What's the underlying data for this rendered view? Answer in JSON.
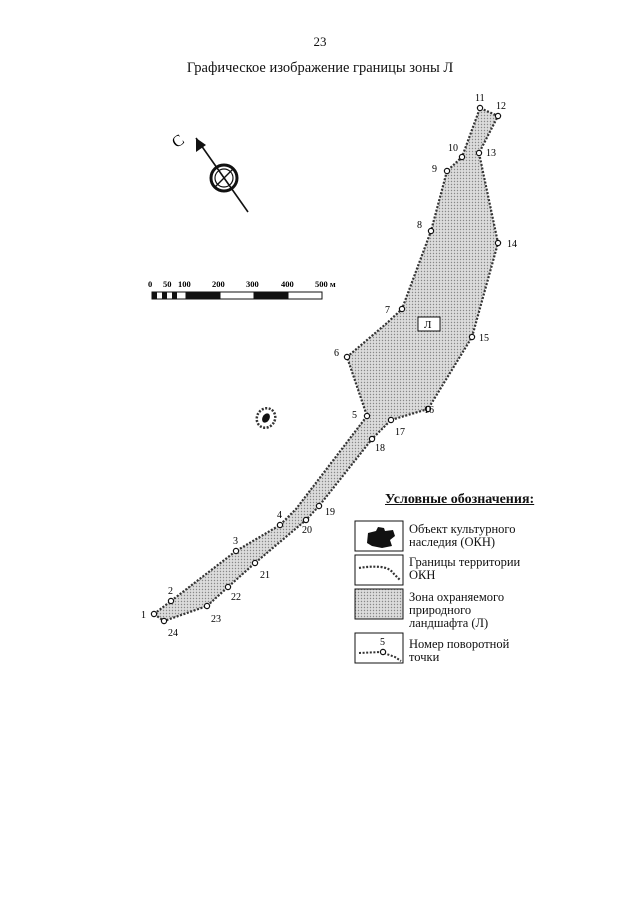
{
  "page": {
    "number": "23",
    "title": "Графическое изображение границы зоны Л"
  },
  "north_arrow": {
    "label": "С",
    "icon": "north-arrow-icon"
  },
  "scale_bar": {
    "ticks": [
      "0",
      "50",
      "100",
      "200",
      "300",
      "400",
      "500 м"
    ]
  },
  "zone": {
    "label": "Л",
    "fill_color": "#c8c8c8",
    "boundary_color": "#333333"
  },
  "turning_points": [
    {
      "id": "1"
    },
    {
      "id": "2"
    },
    {
      "id": "3"
    },
    {
      "id": "4"
    },
    {
      "id": "5"
    },
    {
      "id": "6"
    },
    {
      "id": "7"
    },
    {
      "id": "8"
    },
    {
      "id": "9"
    },
    {
      "id": "10"
    },
    {
      "id": "11"
    },
    {
      "id": "12"
    },
    {
      "id": "13"
    },
    {
      "id": "14"
    },
    {
      "id": "15"
    },
    {
      "id": "16"
    },
    {
      "id": "17"
    },
    {
      "id": "18"
    },
    {
      "id": "19"
    },
    {
      "id": "20"
    },
    {
      "id": "21"
    },
    {
      "id": "22"
    },
    {
      "id": "23"
    },
    {
      "id": "24"
    }
  ],
  "legend": {
    "title": "Условные обозначения:",
    "items": [
      {
        "icon": "heritage-object-icon",
        "label": "Объект культурного наследия (ОКН)"
      },
      {
        "icon": "territory-boundary-icon",
        "label": "Границы территории ОКН"
      },
      {
        "icon": "protected-zone-icon",
        "label": "Зона охраняемого природного ландшафта (Л)"
      },
      {
        "icon": "turning-point-icon",
        "sample_number": "5",
        "label": "Номер поворотной точки"
      }
    ]
  }
}
